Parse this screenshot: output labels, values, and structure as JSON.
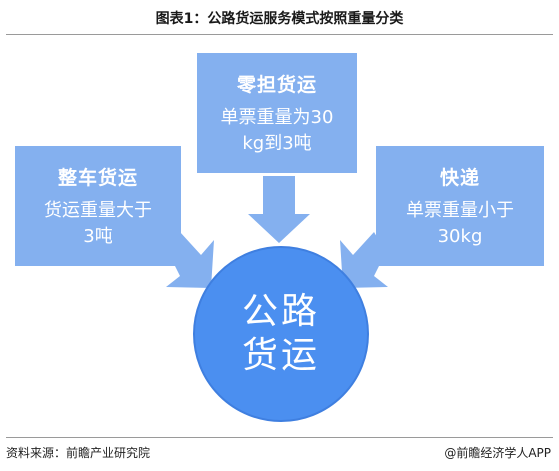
{
  "title": "图表1：公路货运服务模式按照重量分类",
  "center": {
    "line1": "公路",
    "line2": "货运"
  },
  "boxes": {
    "left": {
      "heading": "整车货运",
      "desc1": "货运重量大于",
      "desc2": "3吨"
    },
    "top": {
      "heading": "零担货运",
      "desc1": "单票重量为30",
      "desc2": "kg到3吨"
    },
    "right": {
      "heading": "快递",
      "desc1": "单票重量小于",
      "desc2": "30kg"
    }
  },
  "footer": {
    "source": "资料来源：前瞻产业研究院",
    "brand": "@前瞻经济学人APP"
  },
  "colors": {
    "box": "#84b0ef",
    "circle": "#4b8ff0",
    "arrow": "#84b0ef"
  }
}
